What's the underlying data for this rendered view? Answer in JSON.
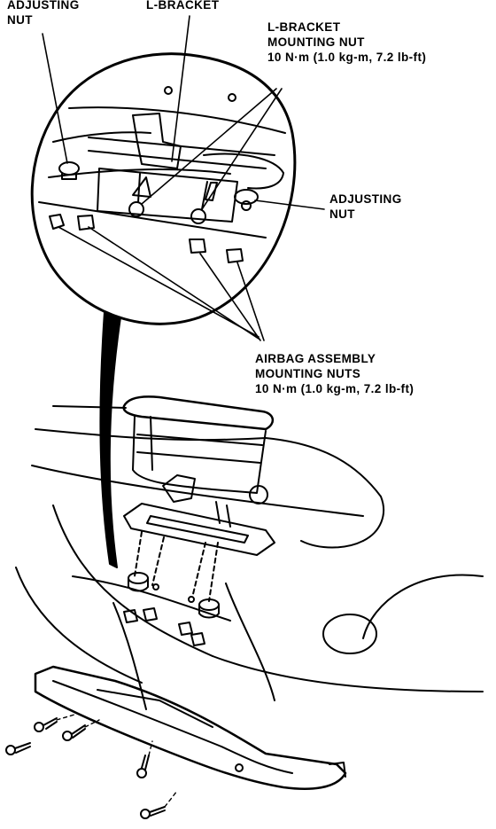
{
  "labels": {
    "adjusting_nut_left": {
      "line1": "ADJUSTING",
      "line2": "NUT"
    },
    "l_bracket": "L-BRACKET",
    "l_bracket_mounting_nut": {
      "line1": "L-BRACKET",
      "line2": "MOUNTING NUT",
      "line3": "10 N·m (1.0 kg-m, 7.2 lb-ft)"
    },
    "adjusting_nut_right": {
      "line1": "ADJUSTING",
      "line2": "NUT"
    },
    "airbag_assembly_mounting_nuts": {
      "line1": "AIRBAG ASSEMBLY",
      "line2": "MOUNTING NUTS",
      "line3": "10 N·m (1.0 kg-m, 7.2 lb-ft)"
    }
  },
  "colors": {
    "ink": "#000000",
    "paper": "#ffffff"
  }
}
